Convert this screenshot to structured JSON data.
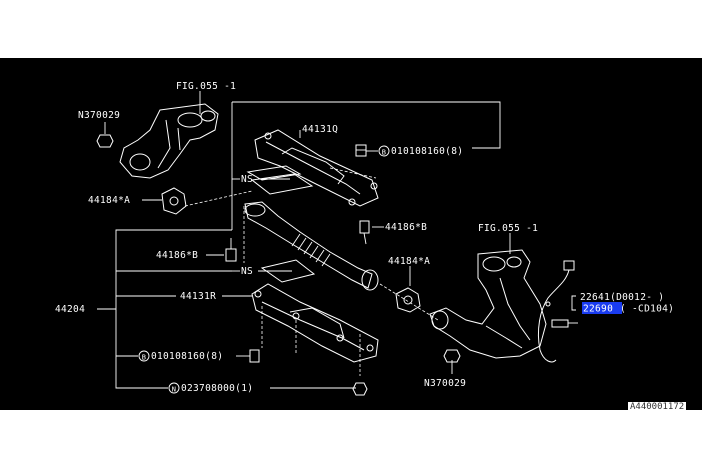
{
  "diagram": {
    "labels": {
      "fig_top": "FIG.055 -1",
      "fig_right": "FIG.055 -1",
      "n370029_top": "N370029",
      "n370029_bottom": "N370029",
      "p44131q": "44131Q",
      "bolt_top": "010108160(8)",
      "gasket_a_left": "44184*A",
      "ns_top": "NS",
      "p44186b_right": "44186*B",
      "p44186b_left": "44186*B",
      "ns_bottom": "NS",
      "gasket_a_right": "44184*A",
      "p44204": "44204",
      "p44131r": "44131R",
      "bolt_bottom": "010108160(8)",
      "nut_bottom": "023708000(1)",
      "sensor_1": "22641(D0012-   )",
      "sensor_2_code": "22690",
      "sensor_2_range": "(   -CD104)",
      "circle_b": "B",
      "circle_n": "N",
      "drawing_code": "A440001172"
    },
    "highlight_color": "#1a3cf0"
  }
}
